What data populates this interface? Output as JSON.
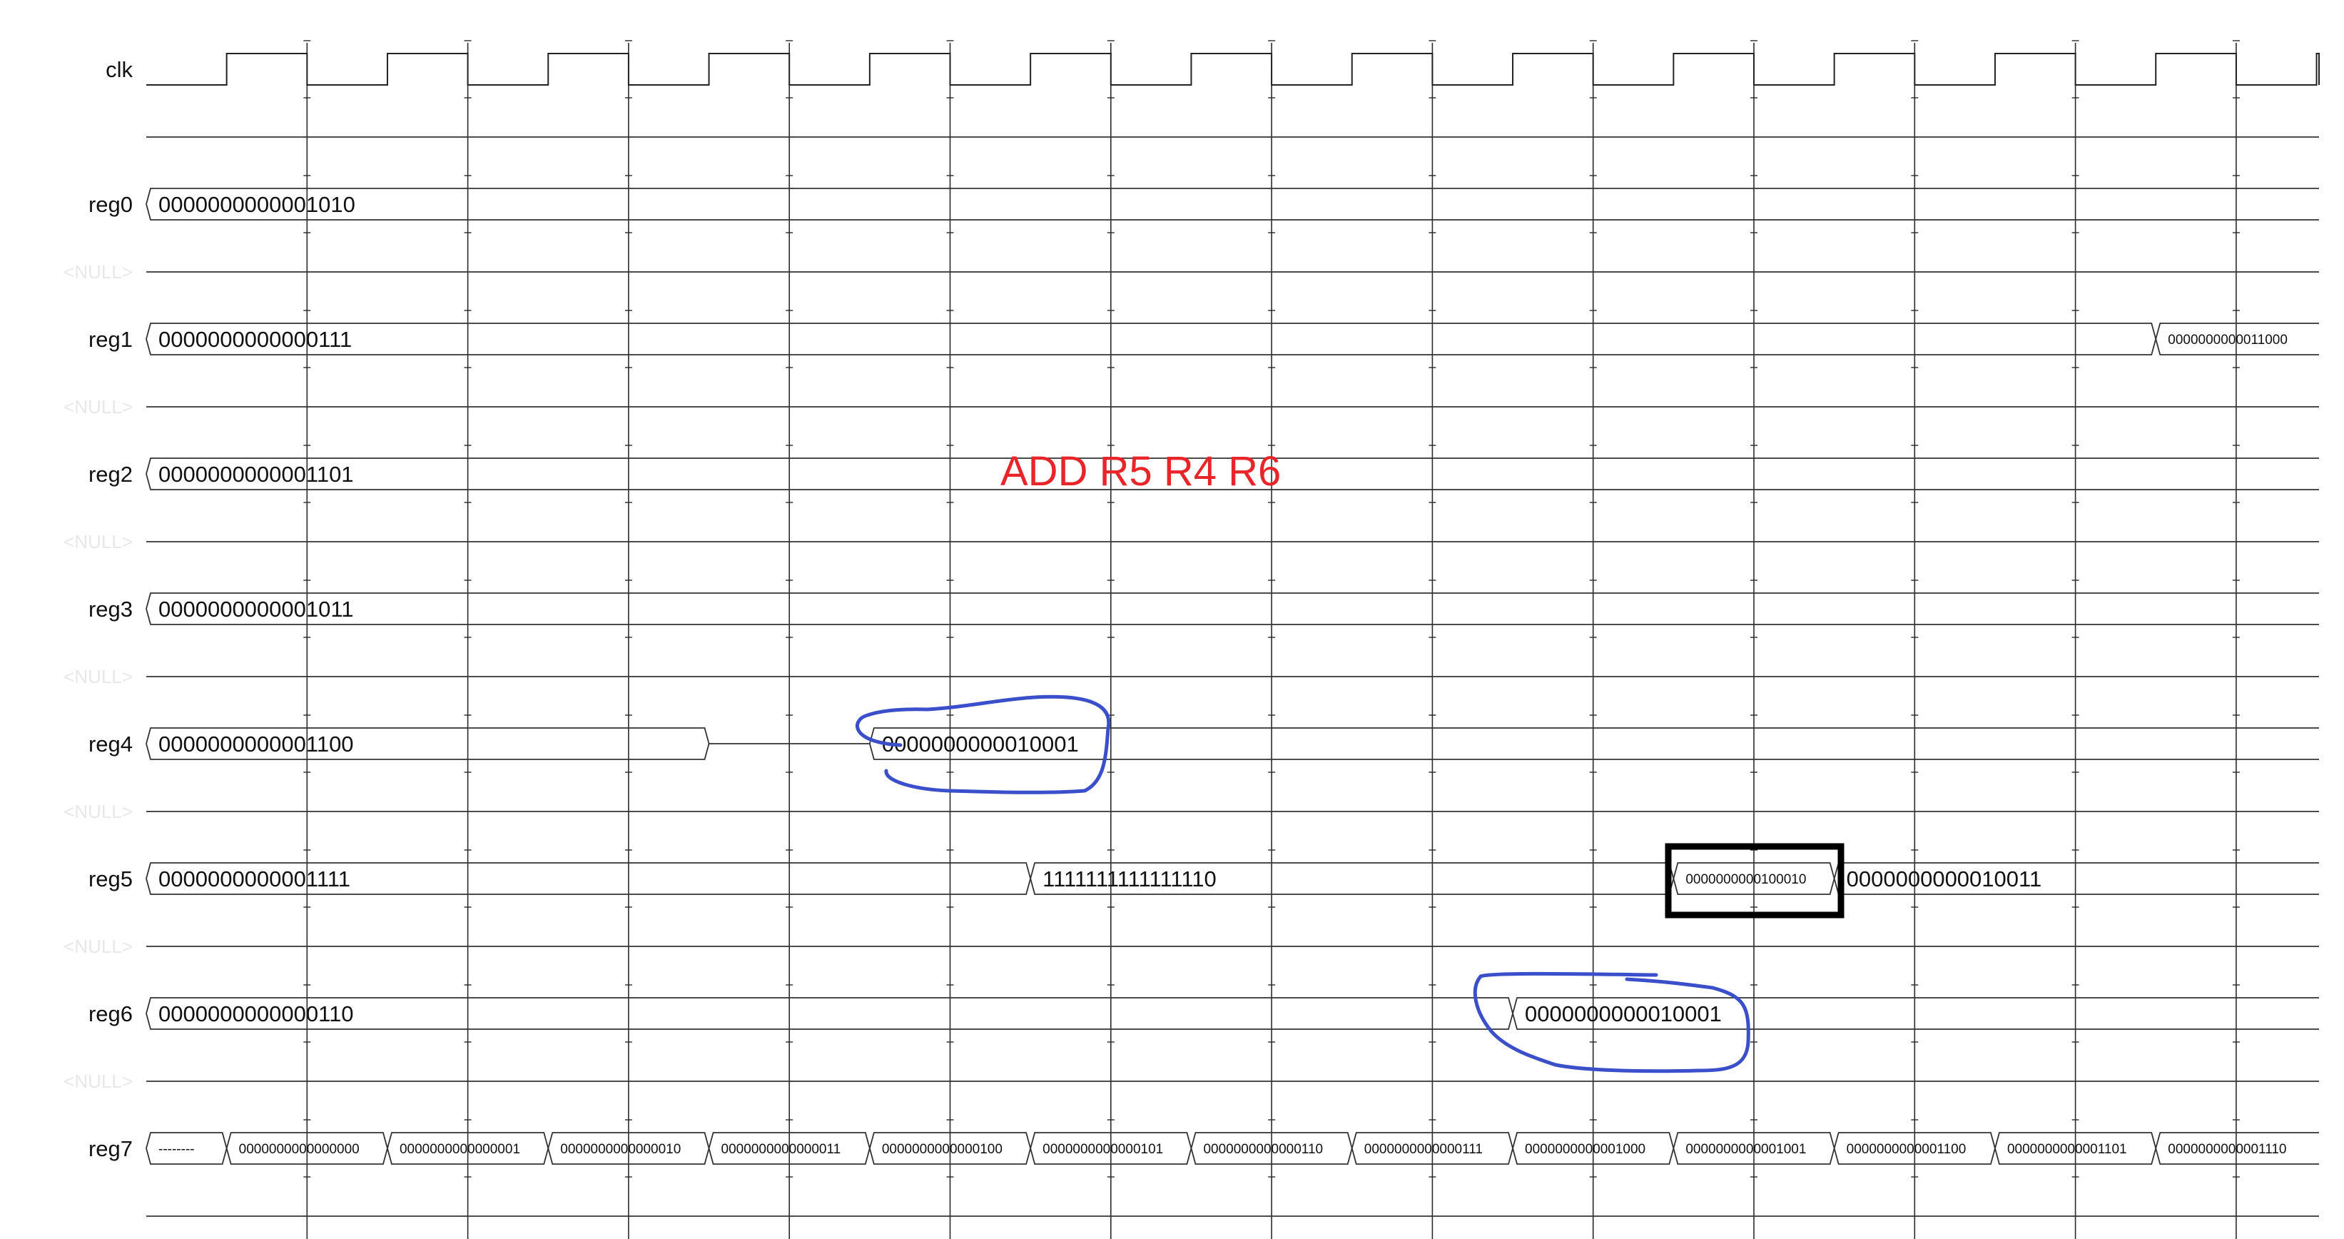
{
  "signals": [
    {
      "name": "clk",
      "kind": "clock",
      "null_label": ""
    },
    {
      "name": "reg0",
      "kind": "bus",
      "null_label": "<NULL>",
      "segments": [
        {
          "from": 0,
          "to": 14,
          "value": "0000000000001010"
        }
      ]
    },
    {
      "name": "reg1",
      "kind": "bus",
      "null_label": "<NULL>",
      "segments": [
        {
          "from": 0,
          "to": 12.5,
          "value": "0000000000000111"
        },
        {
          "from": 12.5,
          "to": 14,
          "value": "0000000000011000",
          "small": true
        }
      ]
    },
    {
      "name": "reg2",
      "kind": "bus",
      "null_label": "<NULL>",
      "segments": [
        {
          "from": 0,
          "to": 14,
          "value": "0000000000001101"
        }
      ]
    },
    {
      "name": "reg3",
      "kind": "bus",
      "null_label": "<NULL>",
      "segments": [
        {
          "from": 0,
          "to": 14,
          "value": "0000000000001011"
        }
      ]
    },
    {
      "name": "reg4",
      "kind": "bus",
      "null_label": "<NULL>",
      "segments": [
        {
          "from": 0,
          "to": 3.5,
          "value": "0000000000001100"
        },
        {
          "from": 3.5,
          "to": 4.5,
          "value": "",
          "flat": true
        },
        {
          "from": 4.5,
          "to": 14,
          "value": "0000000000010001"
        }
      ]
    },
    {
      "name": "reg5",
      "kind": "bus",
      "null_label": "<NULL>",
      "segments": [
        {
          "from": 0,
          "to": 5.5,
          "value": "0000000000001111"
        },
        {
          "from": 5.5,
          "to": 9.5,
          "value": "1111111111111110"
        },
        {
          "from": 9.5,
          "to": 10.5,
          "value": "0000000000100010",
          "small": true
        },
        {
          "from": 10.5,
          "to": 14,
          "value": "0000000000010011"
        }
      ]
    },
    {
      "name": "reg6",
      "kind": "bus",
      "null_label": "<NULL>",
      "segments": [
        {
          "from": 0,
          "to": 8.5,
          "value": "0000000000000110"
        },
        {
          "from": 8.5,
          "to": 14,
          "value": "0000000000010001"
        }
      ]
    },
    {
      "name": "reg7",
      "kind": "bus",
      "null_label": "",
      "segments": [
        {
          "from": 0,
          "to": 0.5,
          "value": "--------",
          "small": true
        },
        {
          "from": 0.5,
          "to": 1.5,
          "value": "0000000000000000",
          "small": true
        },
        {
          "from": 1.5,
          "to": 2.5,
          "value": "0000000000000001",
          "small": true
        },
        {
          "from": 2.5,
          "to": 3.5,
          "value": "0000000000000010",
          "small": true
        },
        {
          "from": 3.5,
          "to": 4.5,
          "value": "0000000000000011",
          "small": true
        },
        {
          "from": 4.5,
          "to": 5.5,
          "value": "0000000000000100",
          "small": true
        },
        {
          "from": 5.5,
          "to": 6.5,
          "value": "0000000000000101",
          "small": true
        },
        {
          "from": 6.5,
          "to": 7.5,
          "value": "0000000000000110",
          "small": true
        },
        {
          "from": 7.5,
          "to": 8.5,
          "value": "0000000000000111",
          "small": true
        },
        {
          "from": 8.5,
          "to": 9.5,
          "value": "0000000000001000",
          "small": true
        },
        {
          "from": 9.5,
          "to": 10.5,
          "value": "0000000000001001",
          "small": true
        },
        {
          "from": 10.5,
          "to": 11.5,
          "value": "0000000000001100",
          "small": true
        },
        {
          "from": 11.5,
          "to": 12.5,
          "value": "0000000000001101",
          "small": true
        },
        {
          "from": 12.5,
          "to": 14,
          "value": "0000000000001110",
          "small": true
        }
      ]
    }
  ],
  "annotation": {
    "text": "ADD R5 R4 R6",
    "color": "#e8262a"
  },
  "highlights": {
    "pen_color": "#3a4fc9",
    "box_color": "#000000",
    "circled": [
      "reg4 0000000000010001",
      "reg6 0000000000010001"
    ],
    "boxed": "reg5 0000000000100010"
  }
}
